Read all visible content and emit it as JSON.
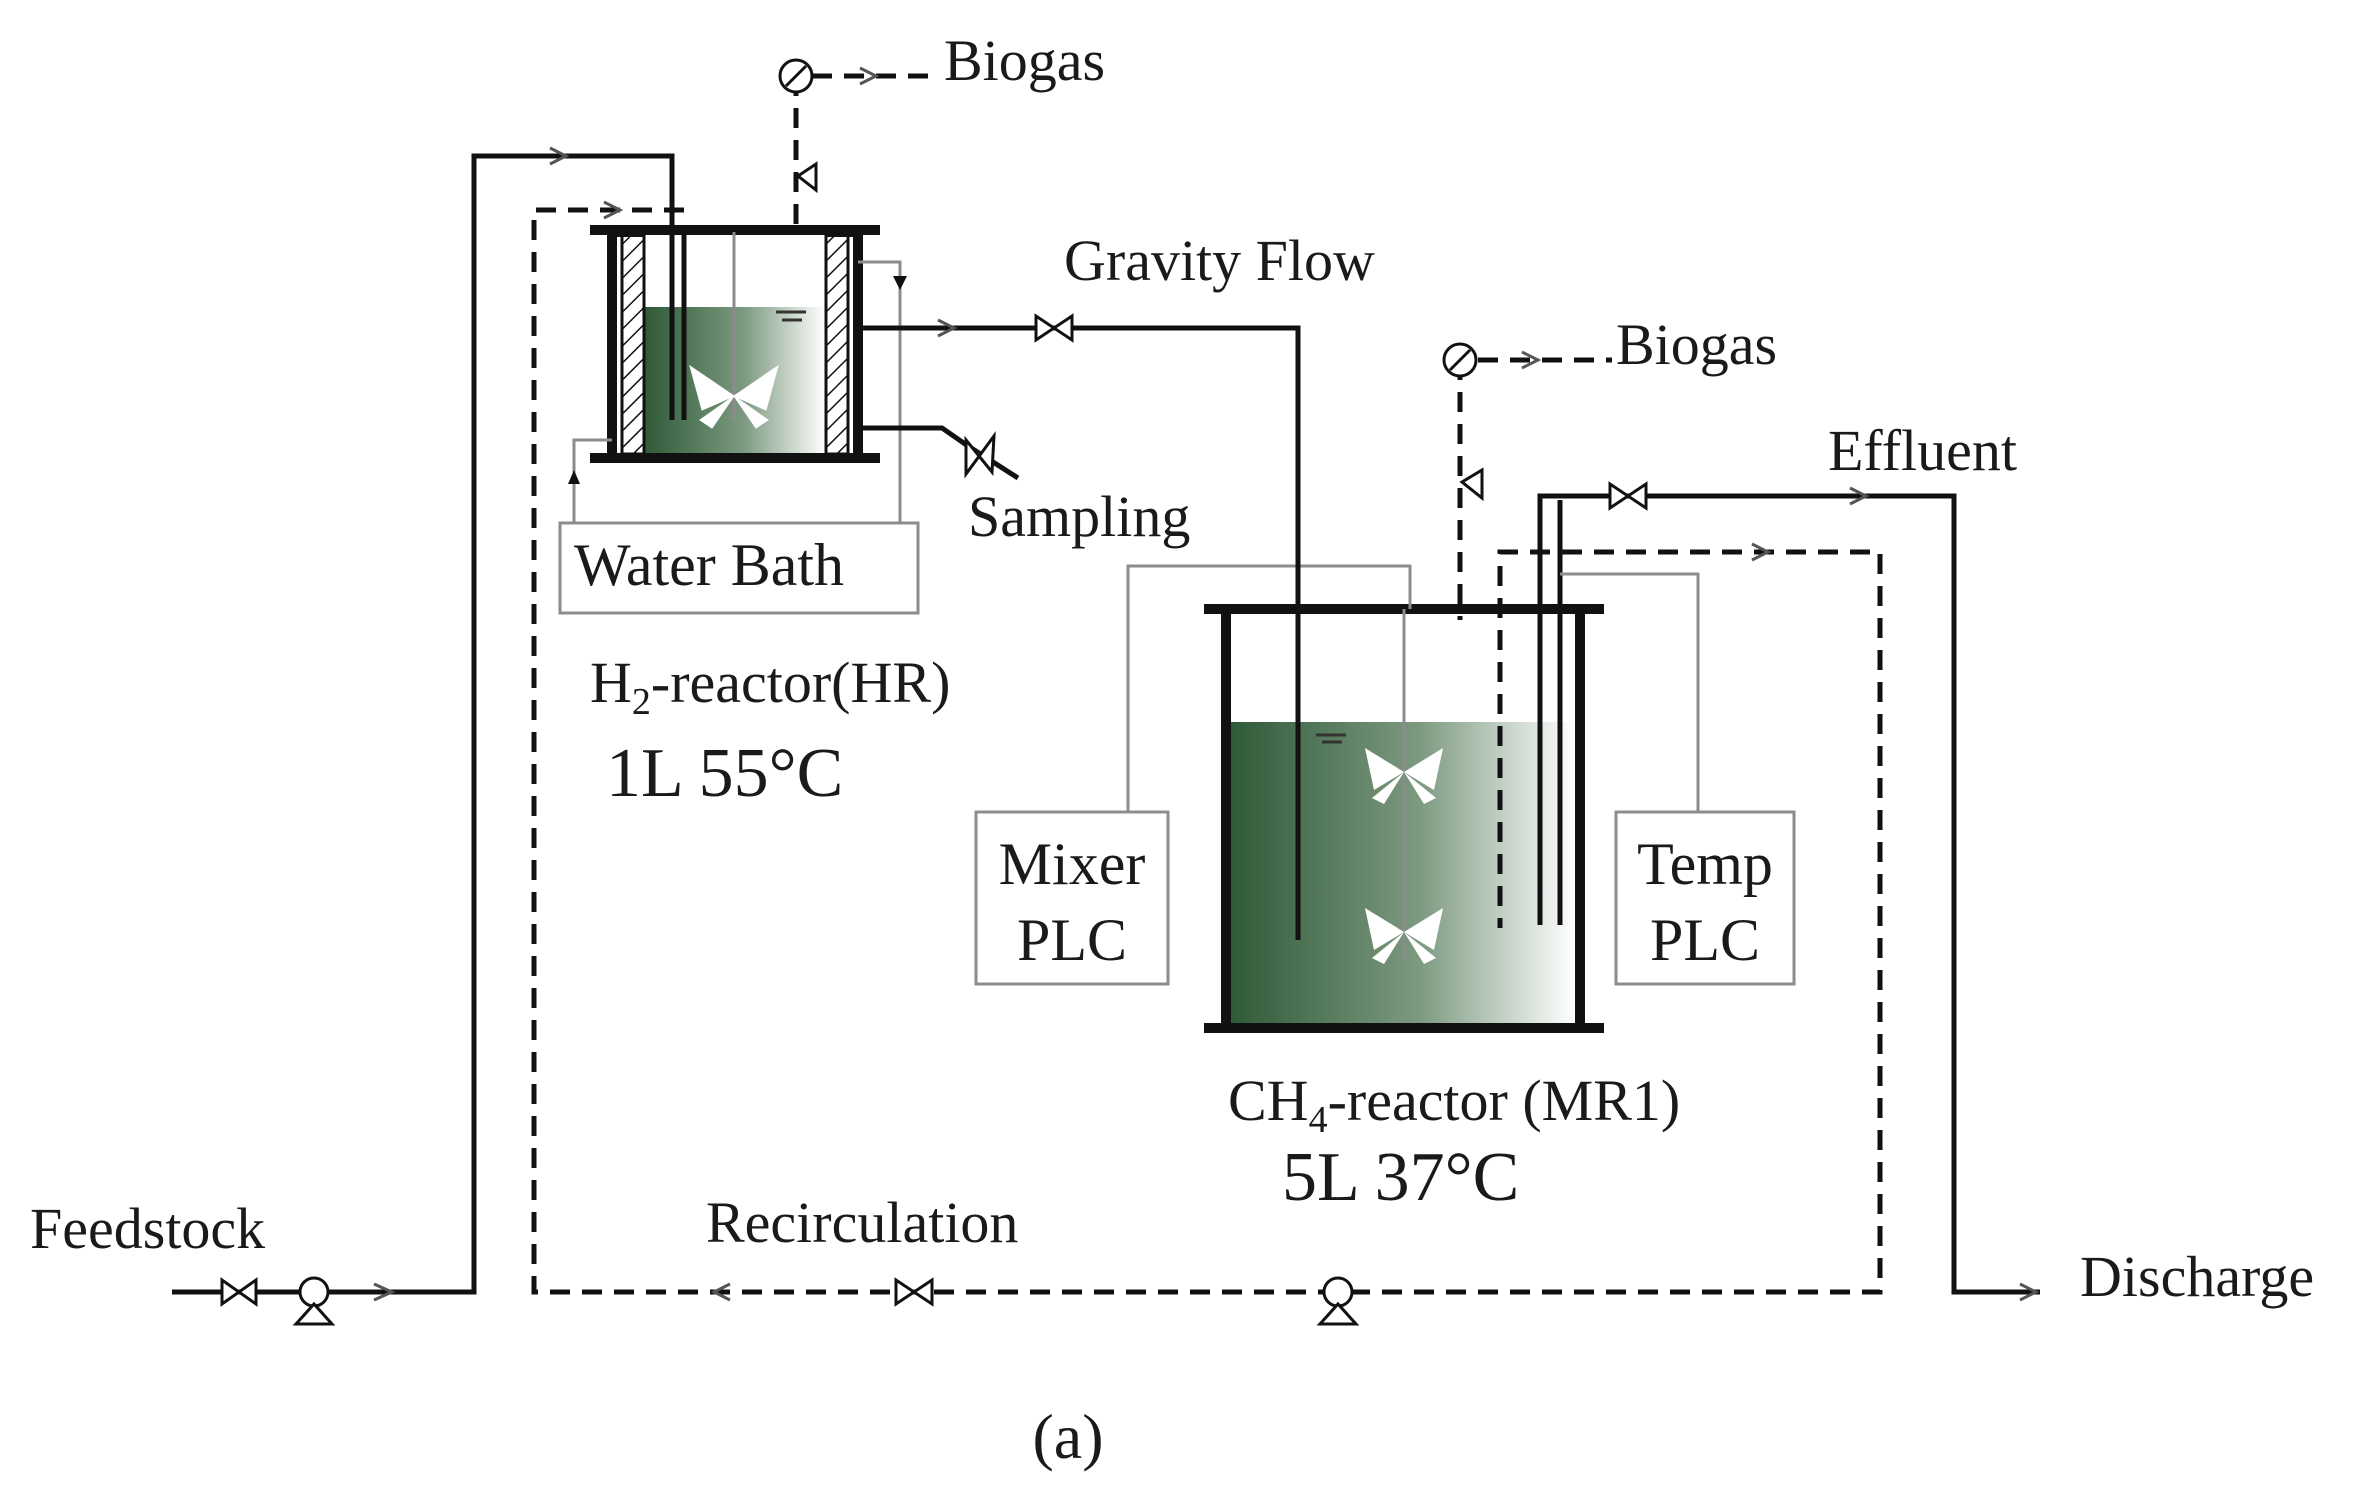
{
  "labels": {
    "biogas_top": "Biogas",
    "gravity_flow": "Gravity Flow",
    "biogas_right": "Biogas",
    "effluent": "Effluent",
    "sampling": "Sampling",
    "water_bath": "Water Bath",
    "h2_reactor_prefix": "H",
    "h2_reactor_sub": "2",
    "h2_reactor_suffix": "-reactor(HR)",
    "h2_reactor_spec": "1L 55°C",
    "mixer_plc_line1": "Mixer",
    "mixer_plc_line2": "PLC",
    "temp_plc_line1": "Temp",
    "temp_plc_line2": "PLC",
    "ch4_reactor_prefix": "CH",
    "ch4_reactor_sub": "4",
    "ch4_reactor_suffix": "-reactor (MR1)",
    "ch4_reactor_spec": "5L 37°C",
    "feedstock": "Feedstock",
    "recirculation": "Recirculation",
    "discharge": "Discharge",
    "panel_label": "(a)"
  },
  "colors": {
    "liquid_dark": "#2f5a38",
    "liquid_light": "#ffffff",
    "line": "#111111",
    "thin_line": "#8c8c8c"
  }
}
